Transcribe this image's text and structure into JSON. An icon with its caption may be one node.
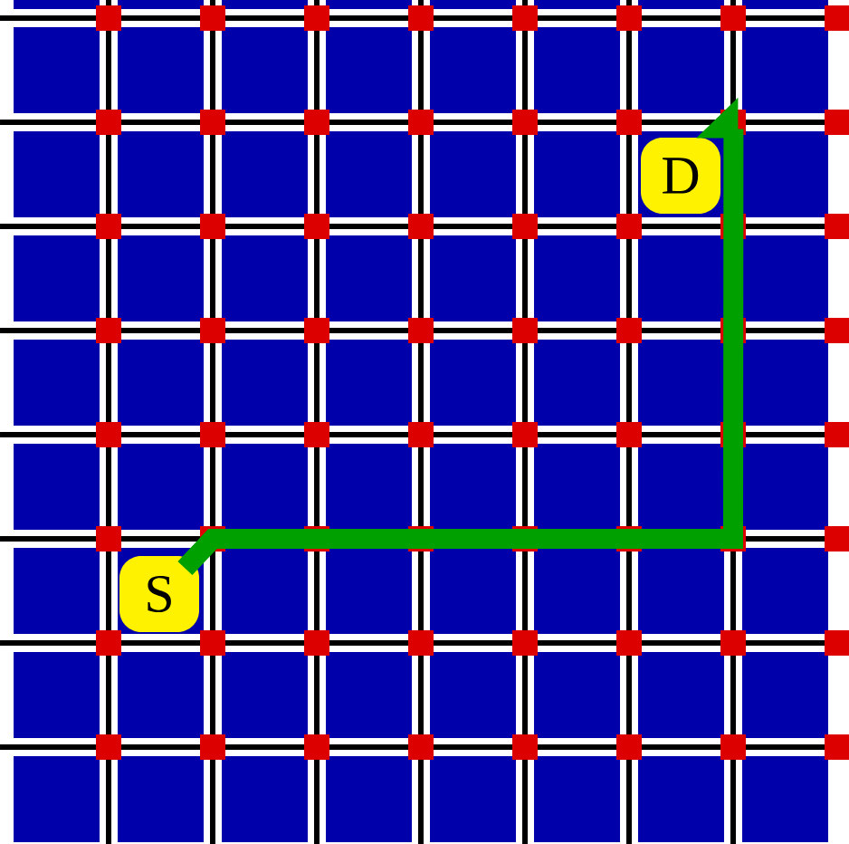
{
  "diagram": {
    "nodes": [
      {
        "text": [
          "S"
        ]
      },
      {
        "text": [
          "D"
        ]
      }
    ],
    "edges": [
      {
        "from": 0,
        "to": 1,
        "arrow": "to"
      }
    ]
  }
}
